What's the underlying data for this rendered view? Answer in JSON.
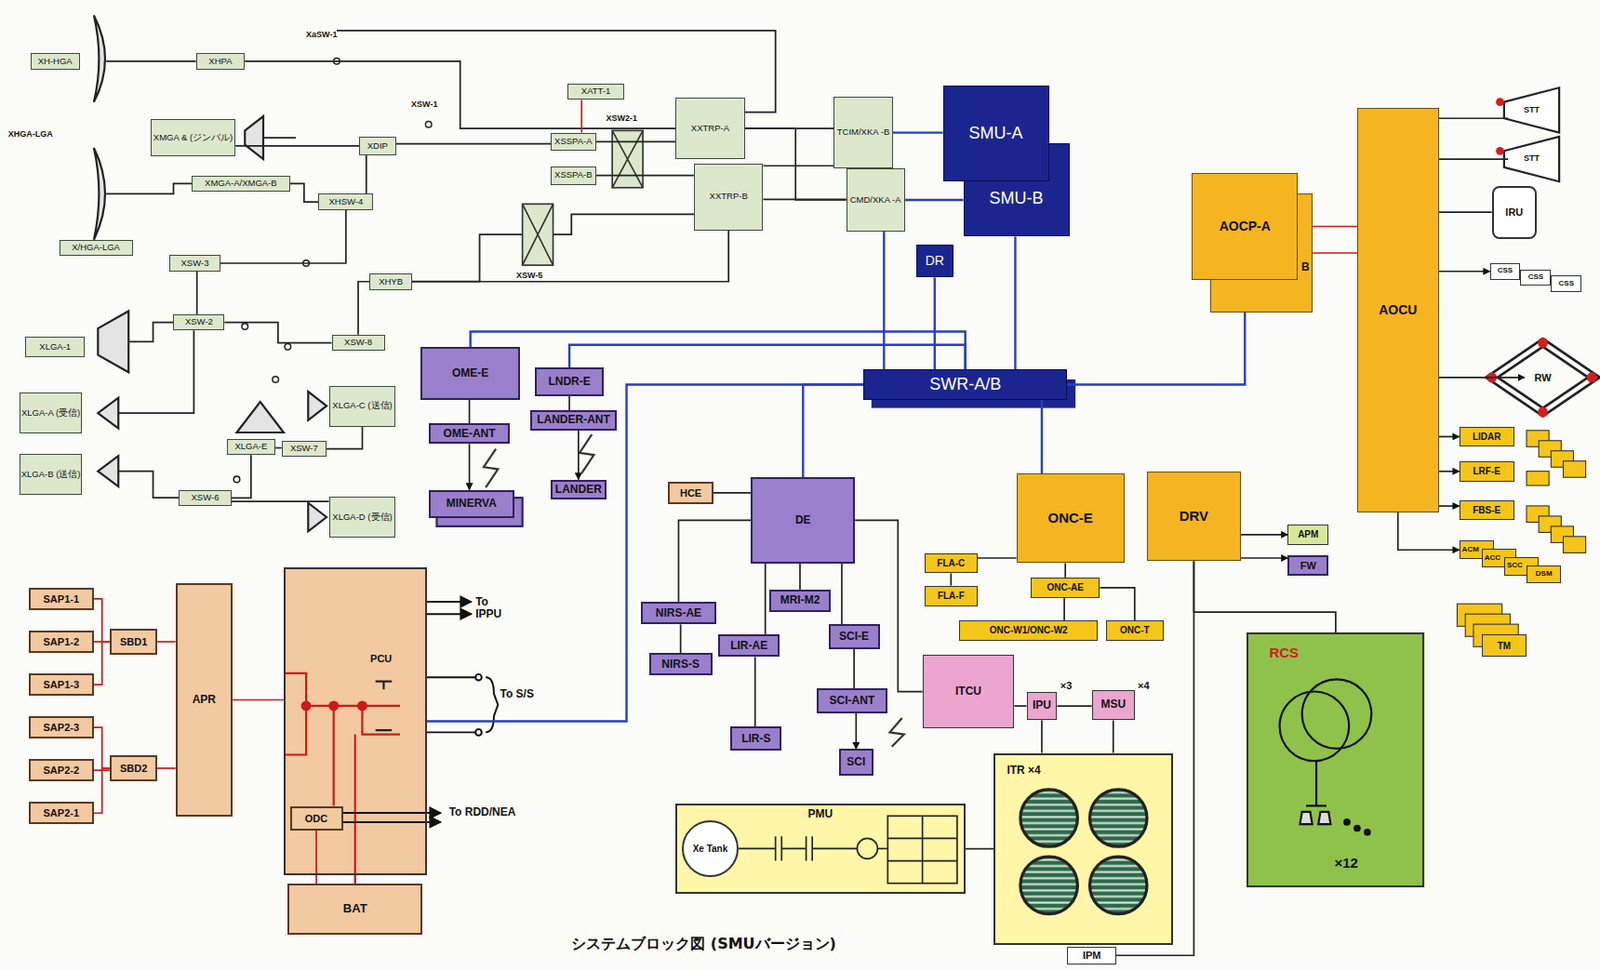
{
  "diagram": {
    "caption": "システムブロック図 (SMUバージョン)",
    "nodes": [
      {
        "text": [
          "XH-HGA"
        ]
      },
      {
        "text": [
          "XHPA"
        ]
      },
      {
        "text": [
          "XATT-1"
        ]
      },
      {
        "text": [
          "XMGA & (ジンバル)"
        ]
      },
      {
        "text": [
          "XMGA-A/XMGA-B"
        ]
      },
      {
        "text": [
          "X/HGA-LGA"
        ]
      },
      {
        "text": [
          "XDIP"
        ]
      },
      {
        "text": [
          "XHSW-4"
        ]
      },
      {
        "text": [
          "XSW-3"
        ]
      },
      {
        "text": [
          "XSSPA-A"
        ]
      },
      {
        "text": [
          "XSSPA-B"
        ]
      },
      {
        "text": [
          "XXTRP-A"
        ]
      },
      {
        "text": [
          "XXTRP-B"
        ]
      },
      {
        "text": [
          "TCIM/XKA -B"
        ]
      },
      {
        "text": [
          "CMD/XKA -A"
        ]
      },
      {
        "text": [
          "SMU-B"
        ]
      },
      {
        "text": [
          "SMU-A"
        ]
      },
      {
        "text": [
          "DR"
        ]
      },
      {
        "text": [
          "XHYB"
        ]
      },
      {
        "text": [
          "XLGA-1"
        ]
      },
      {
        "text": [
          "XSW-2"
        ]
      },
      {
        "text": [
          "XSW-8"
        ]
      },
      {
        "text": [
          "XLGA-A (受信)"
        ]
      },
      {
        "text": [
          "XLGA-B (送信)"
        ]
      },
      {
        "text": [
          "XLGA-C (送信)"
        ]
      },
      {
        "text": [
          "XLGA-D (受信)"
        ]
      },
      {
        "text": [
          "XLGA-E"
        ]
      },
      {
        "text": [
          "XSW-7"
        ]
      },
      {
        "text": [
          "XSW-6"
        ]
      },
      {
        "text": [
          "OME-E"
        ]
      },
      {
        "text": [
          "OME-ANT"
        ]
      },
      {
        "text": [
          "MINERVA"
        ]
      },
      {
        "text": [
          "LNDR-E"
        ]
      },
      {
        "text": [
          "LANDER-ANT"
        ]
      },
      {
        "text": [
          "LANDER"
        ]
      },
      {
        "text": [
          "SWR-A/B"
        ]
      },
      {
        "text": [
          "HCE"
        ]
      },
      {
        "text": [
          "DE"
        ]
      },
      {
        "text": [
          "NIRS-AE"
        ]
      },
      {
        "text": [
          "NIRS-S"
        ]
      },
      {
        "text": [
          "MRI-M2"
        ]
      },
      {
        "text": [
          "LIR-AE"
        ]
      },
      {
        "text": [
          "LIR-S"
        ]
      },
      {
        "text": [
          "SCI-E"
        ]
      },
      {
        "text": [
          "SCI-ANT"
        ]
      },
      {
        "text": [
          "SCI"
        ]
      },
      {
        "text": [
          "ITCU"
        ]
      },
      {
        "text": [
          "IPU"
        ]
      },
      {
        "text": [
          "MSU"
        ]
      },
      {
        "text": [
          "ITR ×4"
        ]
      },
      {
        "text": [
          "PMU"
        ]
      },
      {
        "text": [
          "Xe Tank"
        ],
        "in": 50
      },
      {
        "text": [
          "IPM"
        ]
      },
      {
        "text": [
          "ONC-E"
        ]
      },
      {
        "text": [
          "ONC-AE"
        ]
      },
      {
        "text": [
          "ONC-W1/ONC-W2"
        ]
      },
      {
        "text": [
          "ONC-T"
        ]
      },
      {
        "text": [
          "FLA-C"
        ]
      },
      {
        "text": [
          "FLA-F"
        ]
      },
      {
        "text": [
          "DRV"
        ]
      },
      {
        "text": [
          "APM"
        ]
      },
      {
        "text": [
          "FW"
        ]
      },
      {
        "text": [
          "RCS",
          "×12"
        ]
      },
      {
        "text": [
          "B"
        ]
      },
      {
        "text": [
          "AOCP-A"
        ]
      },
      {
        "text": [
          "AOCU"
        ]
      },
      {
        "text": [
          "STT"
        ]
      },
      {
        "text": [
          "STT"
        ]
      },
      {
        "text": [
          "IRU"
        ]
      },
      {
        "text": [
          "CSS"
        ]
      },
      {
        "text": [
          "CSS"
        ]
      },
      {
        "text": [
          "CSS"
        ]
      },
      {
        "text": [
          "RW"
        ]
      },
      {
        "text": [
          "LIDAR"
        ]
      },
      {
        "text": [
          "LRF-E"
        ]
      },
      {
        "text": [
          "FBS-E"
        ]
      },
      {
        "text": [
          "ACM"
        ]
      },
      {
        "text": [
          "ACC"
        ]
      },
      {
        "text": [
          "SCC"
        ]
      },
      {
        "text": [
          "DSM"
        ]
      },
      {
        "text": [
          "TM"
        ]
      },
      {
        "text": [
          "SAP1-1"
        ]
      },
      {
        "text": [
          "SAP1-2"
        ]
      },
      {
        "text": [
          "SAP1-3"
        ]
      },
      {
        "text": [
          "SAP2-3"
        ]
      },
      {
        "text": [
          "SAP2-2"
        ]
      },
      {
        "text": [
          "SAP2-1"
        ]
      },
      {
        "text": [
          "SBD1"
        ]
      },
      {
        "text": [
          "SBD2"
        ]
      },
      {
        "text": [
          "APR"
        ]
      },
      {
        "text": [
          "PCU"
        ]
      },
      {
        "text": [
          "ODC"
        ],
        "in": 90
      },
      {
        "text": [
          "BAT"
        ]
      }
    ],
    "edges": [
      {
        "from": 1,
        "to": 11,
        "arrow": "none"
      },
      {
        "from": 2,
        "to": 9,
        "arrow": "none"
      },
      {
        "from": 9,
        "to": 11,
        "arrow": "none"
      },
      {
        "from": 10,
        "to": 12,
        "arrow": "none"
      },
      {
        "from": 11,
        "to": 13,
        "arrow": "none"
      },
      {
        "from": 12,
        "to": 14,
        "arrow": "none"
      },
      {
        "from": 11,
        "to": 14,
        "arrow": "none"
      },
      {
        "from": 12,
        "to": 13,
        "arrow": "none"
      },
      {
        "from": 14,
        "to": 35,
        "arrow": "none"
      },
      {
        "from": 15,
        "to": 35,
        "arrow": "none"
      },
      {
        "from": 17,
        "to": 35,
        "arrow": "none"
      },
      {
        "from": 6,
        "to": 9,
        "arrow": "none"
      },
      {
        "from": 3,
        "to": 6,
        "arrow": "none"
      },
      {
        "from": 7,
        "to": 6,
        "arrow": "none"
      },
      {
        "from": 4,
        "to": 7,
        "arrow": "none"
      },
      {
        "from": 8,
        "to": 7,
        "arrow": "none"
      },
      {
        "from": 18,
        "to": 12,
        "arrow": "none"
      },
      {
        "from": 8,
        "to": 20,
        "arrow": "none"
      },
      {
        "from": 20,
        "to": 21,
        "arrow": "none"
      },
      {
        "from": 21,
        "to": 18,
        "arrow": "none"
      },
      {
        "from": 26,
        "to": 27,
        "arrow": "none"
      },
      {
        "from": 28,
        "to": 26,
        "arrow": "none"
      },
      {
        "from": 27,
        "to": 24,
        "arrow": "none"
      },
      {
        "from": 28,
        "to": 25,
        "arrow": "none"
      },
      {
        "from": 29,
        "to": 35,
        "arrow": "none"
      },
      {
        "from": 32,
        "to": 35,
        "arrow": "none"
      },
      {
        "from": 37,
        "to": 35,
        "arrow": "none"
      },
      {
        "from": 53,
        "to": 35,
        "arrow": "none"
      },
      {
        "from": 64,
        "to": 35,
        "arrow": "none"
      },
      {
        "from": 90,
        "to": 35,
        "arrow": "none"
      },
      {
        "from": 29,
        "to": 30,
        "arrow": "none"
      },
      {
        "from": 30,
        "to": 31,
        "arrow": "to"
      },
      {
        "from": 32,
        "to": 33,
        "arrow": "none"
      },
      {
        "from": 33,
        "to": 34,
        "arrow": "to"
      },
      {
        "from": 37,
        "to": 36,
        "arrow": "none"
      },
      {
        "from": 37,
        "to": 38,
        "arrow": "none"
      },
      {
        "from": 38,
        "to": 39,
        "arrow": "none"
      },
      {
        "from": 37,
        "to": 41,
        "arrow": "none"
      },
      {
        "from": 41,
        "to": 42,
        "arrow": "none"
      },
      {
        "from": 37,
        "to": 40,
        "arrow": "none"
      },
      {
        "from": 37,
        "to": 43,
        "arrow": "none"
      },
      {
        "from": 43,
        "to": 44,
        "arrow": "none"
      },
      {
        "from": 44,
        "to": 45,
        "arrow": "to"
      },
      {
        "from": 37,
        "to": 46,
        "arrow": "none"
      },
      {
        "from": 46,
        "to": 47,
        "arrow": "none"
      },
      {
        "from": 47,
        "to": 48,
        "arrow": "none"
      },
      {
        "from": 47,
        "to": 49,
        "arrow": "none"
      },
      {
        "from": 48,
        "to": 49,
        "arrow": "none"
      },
      {
        "from": 50,
        "to": 49,
        "arrow": "none"
      },
      {
        "from": 59,
        "to": 52,
        "arrow": "none"
      },
      {
        "from": 53,
        "to": 54,
        "arrow": "none"
      },
      {
        "from": 54,
        "to": 55,
        "arrow": "none"
      },
      {
        "from": 54,
        "to": 56,
        "arrow": "none"
      },
      {
        "from": 57,
        "to": 53,
        "arrow": "none"
      },
      {
        "from": 58,
        "to": 57,
        "arrow": "none"
      },
      {
        "from": 59,
        "to": 60,
        "arrow": "to"
      },
      {
        "from": 59,
        "to": 61,
        "arrow": "to"
      },
      {
        "from": 59,
        "to": 62,
        "arrow": "none"
      },
      {
        "from": 64,
        "to": 65,
        "arrow": "none"
      },
      {
        "from": 63,
        "to": 65,
        "arrow": "none"
      },
      {
        "from": 65,
        "to": 66,
        "arrow": "none"
      },
      {
        "from": 65,
        "to": 67,
        "arrow": "none"
      },
      {
        "from": 65,
        "to": 68,
        "arrow": "none"
      },
      {
        "from": 65,
        "to": 69,
        "arrow": "to"
      },
      {
        "from": 65,
        "to": 72,
        "arrow": "to"
      },
      {
        "from": 65,
        "to": 73,
        "arrow": "to"
      },
      {
        "from": 65,
        "to": 74,
        "arrow": "to"
      },
      {
        "from": 65,
        "to": 75,
        "arrow": "to"
      },
      {
        "from": 65,
        "to": 76,
        "arrow": "to"
      },
      {
        "from": 81,
        "to": 87,
        "arrow": "none"
      },
      {
        "from": 82,
        "to": 87,
        "arrow": "none"
      },
      {
        "from": 83,
        "to": 87,
        "arrow": "none"
      },
      {
        "from": 84,
        "to": 88,
        "arrow": "none"
      },
      {
        "from": 85,
        "to": 88,
        "arrow": "none"
      },
      {
        "from": 86,
        "to": 88,
        "arrow": "none"
      },
      {
        "from": 87,
        "to": 89,
        "arrow": "none"
      },
      {
        "from": 88,
        "to": 89,
        "arrow": "none"
      },
      {
        "from": 89,
        "to": 90,
        "arrow": "none"
      },
      {
        "from": 90,
        "to": 92,
        "arrow": "none"
      },
      {
        "from": 91,
        "to": 92,
        "arrow": "none"
      },
      {
        "from": 13,
        "to": 16,
        "arrow": "none"
      },
      {
        "from": 14,
        "to": 15,
        "arrow": "none"
      }
    ],
    "labels": [
      "XaSW-1",
      "XSW-1",
      "XSW2-1",
      "XSW-5",
      "XHGA-LGA",
      "×3",
      "×4",
      "To IPPU",
      "To S/S",
      "To RDD/NEA"
    ]
  }
}
